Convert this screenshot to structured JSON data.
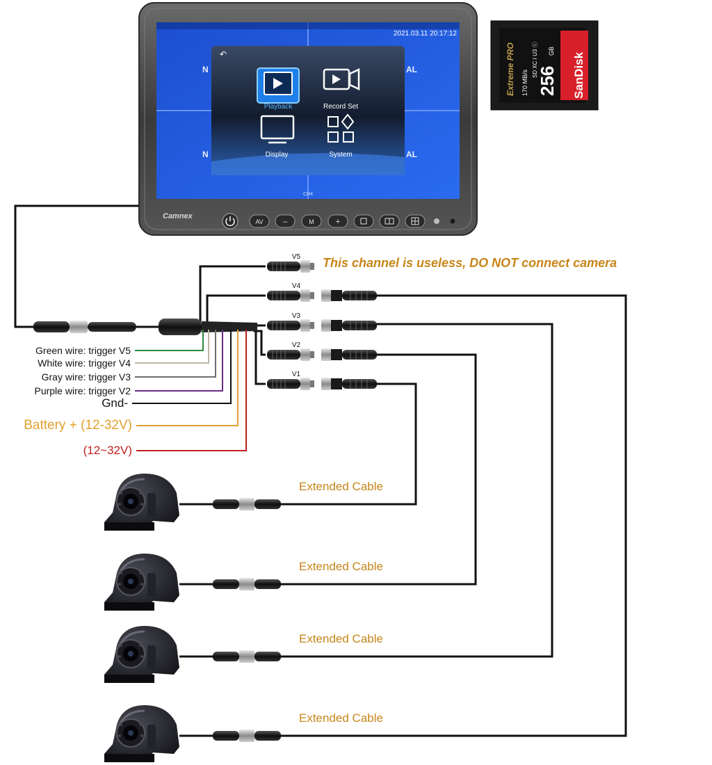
{
  "monitor": {
    "brand": "Camnex",
    "datetime": "2021.03.11  20:17:12",
    "channel_tag": "CH4",
    "menu": [
      {
        "label": "Playback",
        "icon": "playback-icon",
        "selected": true
      },
      {
        "label": "Record Set",
        "icon": "camera-record-icon",
        "selected": false
      },
      {
        "label": "Display",
        "icon": "monitor-icon",
        "selected": false
      },
      {
        "label": "System",
        "icon": "system-grid-icon",
        "selected": false
      }
    ],
    "buttons": [
      {
        "label": "",
        "icon": "power-icon"
      },
      {
        "label": "AV",
        "icon": ""
      },
      {
        "label": "–",
        "icon": ""
      },
      {
        "label": "M",
        "icon": ""
      },
      {
        "label": "+",
        "icon": ""
      },
      {
        "label": "",
        "icon": "single-view-icon"
      },
      {
        "label": "",
        "icon": "split-view-icon"
      },
      {
        "label": "",
        "icon": "quad-view-icon"
      }
    ]
  },
  "sd_card": {
    "brand": "SanDisk",
    "line": "Extreme PRO",
    "capacity": "256",
    "unit": "GB",
    "speed": "170 MB/s"
  },
  "connectors": [
    {
      "label": "V5"
    },
    {
      "label": "V4"
    },
    {
      "label": "V3"
    },
    {
      "label": "V2"
    },
    {
      "label": "V1"
    }
  ],
  "warning": "This channel is useless, DO NOT connect  camera",
  "wires": [
    {
      "label": "Green wire: trigger V5",
      "color": "#2e8b3e"
    },
    {
      "label": "White wire: trigger V4",
      "color": "#c8c0b0"
    },
    {
      "label": "Gray wire: trigger V3",
      "color": "#6e6e6e"
    },
    {
      "label": "Purple wire: trigger V2",
      "color": "#6a2c83"
    },
    {
      "label": "Gnd-",
      "color": "#111111"
    },
    {
      "label": "Battery + (12-32V)",
      "color": "#e2a030"
    },
    {
      "label": "(12~32V)",
      "color": "#c0201e"
    }
  ],
  "cameras": [
    {
      "cable_label": "Extended Cable"
    },
    {
      "cable_label": "Extended Cable"
    },
    {
      "cable_label": "Extended Cable"
    },
    {
      "cable_label": "Extended Cable"
    }
  ],
  "colors": {
    "label_orange": "#c8861a",
    "battery_orange": "#e2a030",
    "red": "#c0201e",
    "screen_blue": "#1e57d6"
  }
}
